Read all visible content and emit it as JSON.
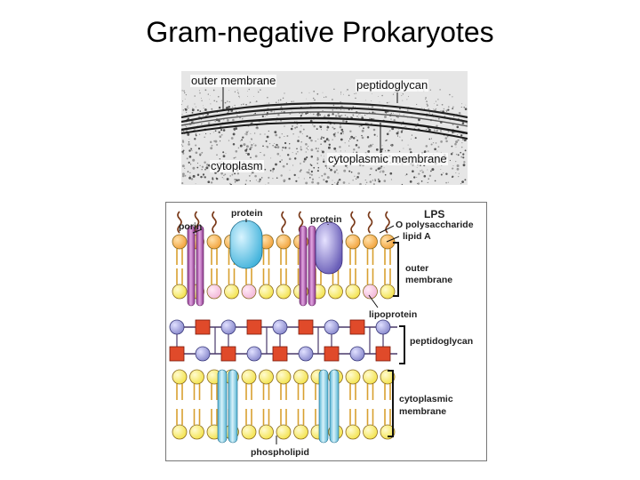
{
  "title": "Gram-negative Prokaryotes",
  "micrograph": {
    "outer_membrane": "outer membrane",
    "peptidoglycan": "peptidoglycan",
    "cytoplasmic_membrane": "cytoplasmic membrane",
    "cytoplasm": "cytoplasm"
  },
  "diagram": {
    "porin": "porin",
    "protein_1": "protein",
    "protein_2": "protein",
    "lps": "LPS",
    "o_polysaccharide": "O polysaccharide",
    "lipid_a": "lipid A",
    "outer_membrane_1": "outer",
    "outer_membrane_2": "membrane",
    "lipoprotein": "lipoprotein",
    "peptidoglycan": "peptidoglycan",
    "cytoplasmic_1": "cytoplasmic",
    "cytoplasmic_2": "membrane",
    "phospholipid": "phospholipid"
  },
  "colors": {
    "orange_head": "#f2a23a",
    "yellow_head": "#f3e24a",
    "pink_head": "#f2b6d8",
    "porin": "#8e3a8e",
    "protein_blue": "#45b4dc",
    "protein_purple": "#6a5fb8",
    "channel": "#56b4d4",
    "sugar": "#8888cc",
    "peptide": "#e04a2a",
    "tail": "#d8a030"
  }
}
